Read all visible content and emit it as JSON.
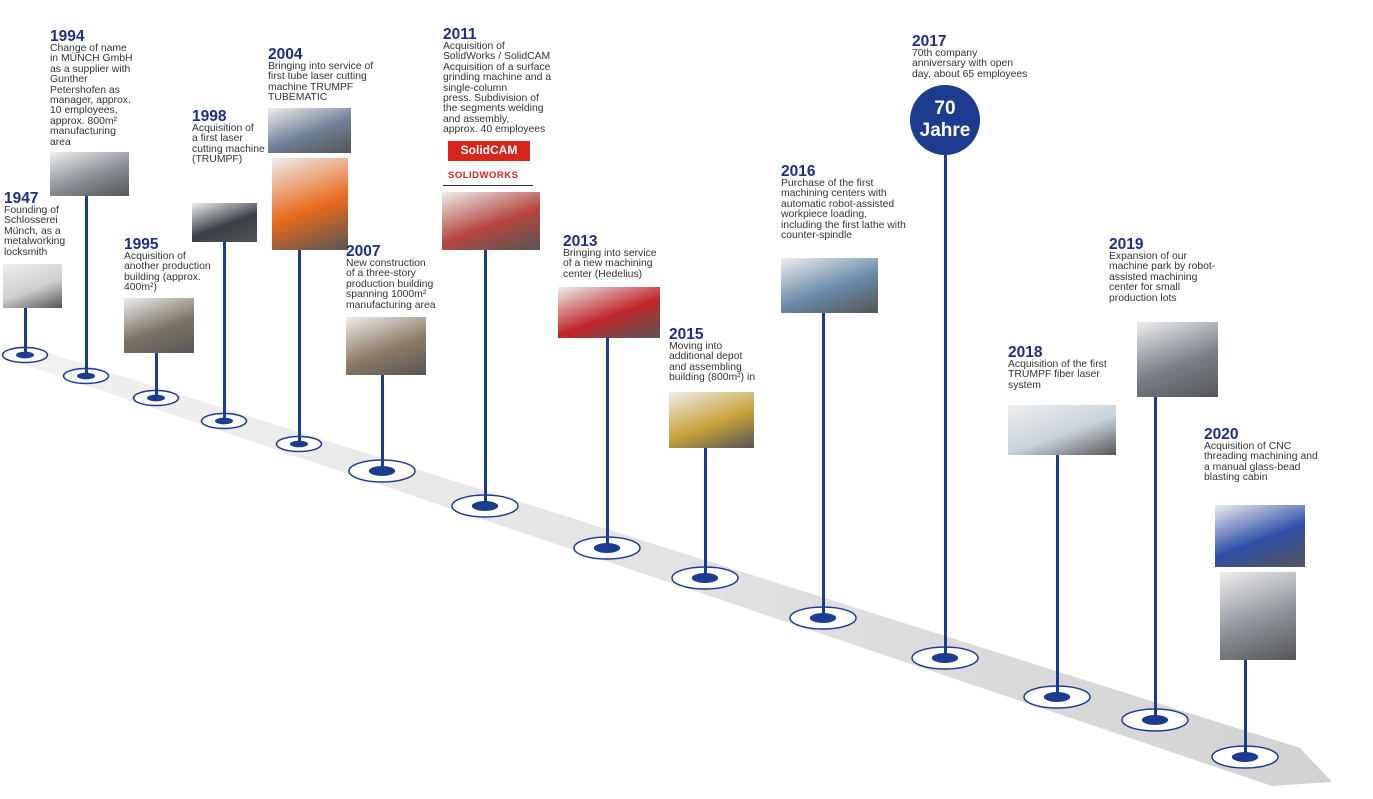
{
  "colors": {
    "accent": "#1d3c8f",
    "year": "#1b2f8a",
    "road": "#dcdcdc"
  },
  "events": [
    {
      "year": "1947",
      "text": "Founding of\nSchlosserei\nMünch, as a\nmetalworking\nlocksmith",
      "image": "signature-plate-photo"
    },
    {
      "year": "1994",
      "text": "Change of name\nin MÜNCH GmbH\nas a supplier with\nGunther\nPetershofen as\nmanager, approx.\n10 employees,\napprox. 800m²\nmanufacturing\narea",
      "image": "manager-portrait-photo"
    },
    {
      "year": "1995",
      "text": "Acquisition of\nanother production\nbuilding (approx.\n400m²)",
      "image": "production-building-aerial-photo"
    },
    {
      "year": "1998",
      "text": "Acquisition of\na first laser\ncutting machine\n(TRUMPF)",
      "image": "laser-cutting-machine-photo"
    },
    {
      "year": "2004",
      "text": "Bringing into service of\nfirst tube laser cutting\nmachine TRUMPF\nTUBEMATIC",
      "image": "tube-laser-machine-photo"
    },
    {
      "year": "2007",
      "text": "New construction\nof a three-story\nproduction building\nspanning 1000m²\nmanufacturing area",
      "image": "construction-site-photo"
    },
    {
      "year": "2011",
      "text": "Acquisition of\nSolidWorks / SolidCAM\nAcquisition of a surface\ngrinding machine and a\nsingle-column\npress. Subdivision of\nthe segments welding\nand assembly,\napprox. 40 employees",
      "image": "measuring-arm-photo"
    },
    {
      "year": "2013",
      "text": "Bringing into service\nof a new machining\ncenter (Hedelius)",
      "image": "machining-center-photo"
    },
    {
      "year": "2015",
      "text": "Moving into\nadditional depot\nand assembling\nbuilding (800m²) in",
      "image": "depot-building-photo"
    },
    {
      "year": "2016",
      "text": "Purchase of the first\nmachining centers with\nautomatic robot-assisted\nworkpiece loading,\nincluding the first lathe with\ncounter-spindle",
      "image": "robot-loading-photo"
    },
    {
      "year": "2017",
      "text": "70th company\nanniversary with open\nday, about 65 employees",
      "badge": [
        "70",
        "Jahre"
      ]
    },
    {
      "year": "2018",
      "text": "Acquisition of the first\nTRUMPF fiber laser\nsystem",
      "image": "fiber-laser-photo"
    },
    {
      "year": "2019",
      "text": "Expansion of our\nmachine park by robot-\nassisted machining\ncenter for small\nproduction lots",
      "image": "robot-cell-photo"
    },
    {
      "year": "2020",
      "text": "Acquisition of CNC\nthreading machining and\na manual glass-bead\nblasting cabin",
      "image": "cnc-and-blasting-cabin-photo"
    }
  ],
  "logos": {
    "solidcam": "SolidCAM",
    "solidworks": "SOLIDWORKS"
  }
}
